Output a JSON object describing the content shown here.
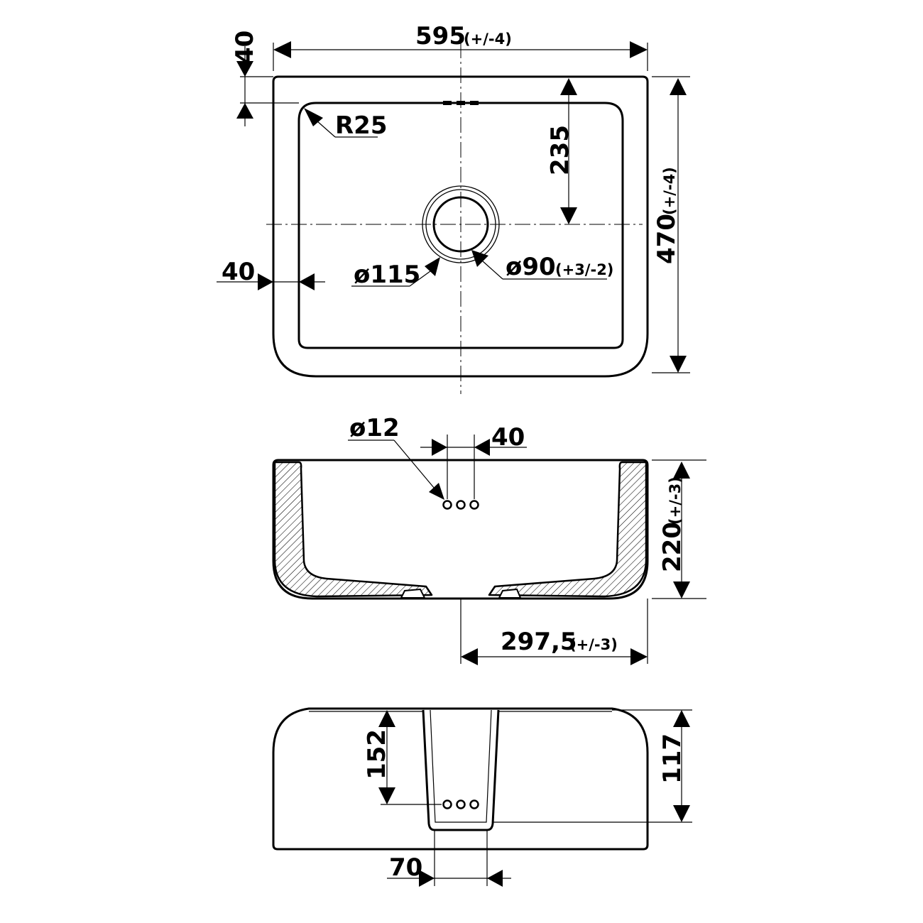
{
  "diagram": {
    "top_view": {
      "width": {
        "value": "595",
        "tolerance": "(+/-4)"
      },
      "depth": {
        "value": "470",
        "tolerance": "(+/-4)"
      },
      "rim_top": "40",
      "rim_side": "40",
      "inner_to_drain": "235",
      "corner_radius": "R25",
      "drain_outer": "ø115",
      "drain_inner": {
        "value": "ø90",
        "tolerance": "(+3/-2)"
      }
    },
    "front_view": {
      "overflow_hole": "ø12",
      "hole_spacing": "40",
      "height": {
        "value": "220",
        "tolerance": "(+/-3)"
      },
      "half_width": {
        "value": "297,5",
        "tolerance": "(+/-3)"
      }
    },
    "back_view": {
      "notch_depth": "152",
      "side_height": "117",
      "notch_width": "70"
    }
  }
}
